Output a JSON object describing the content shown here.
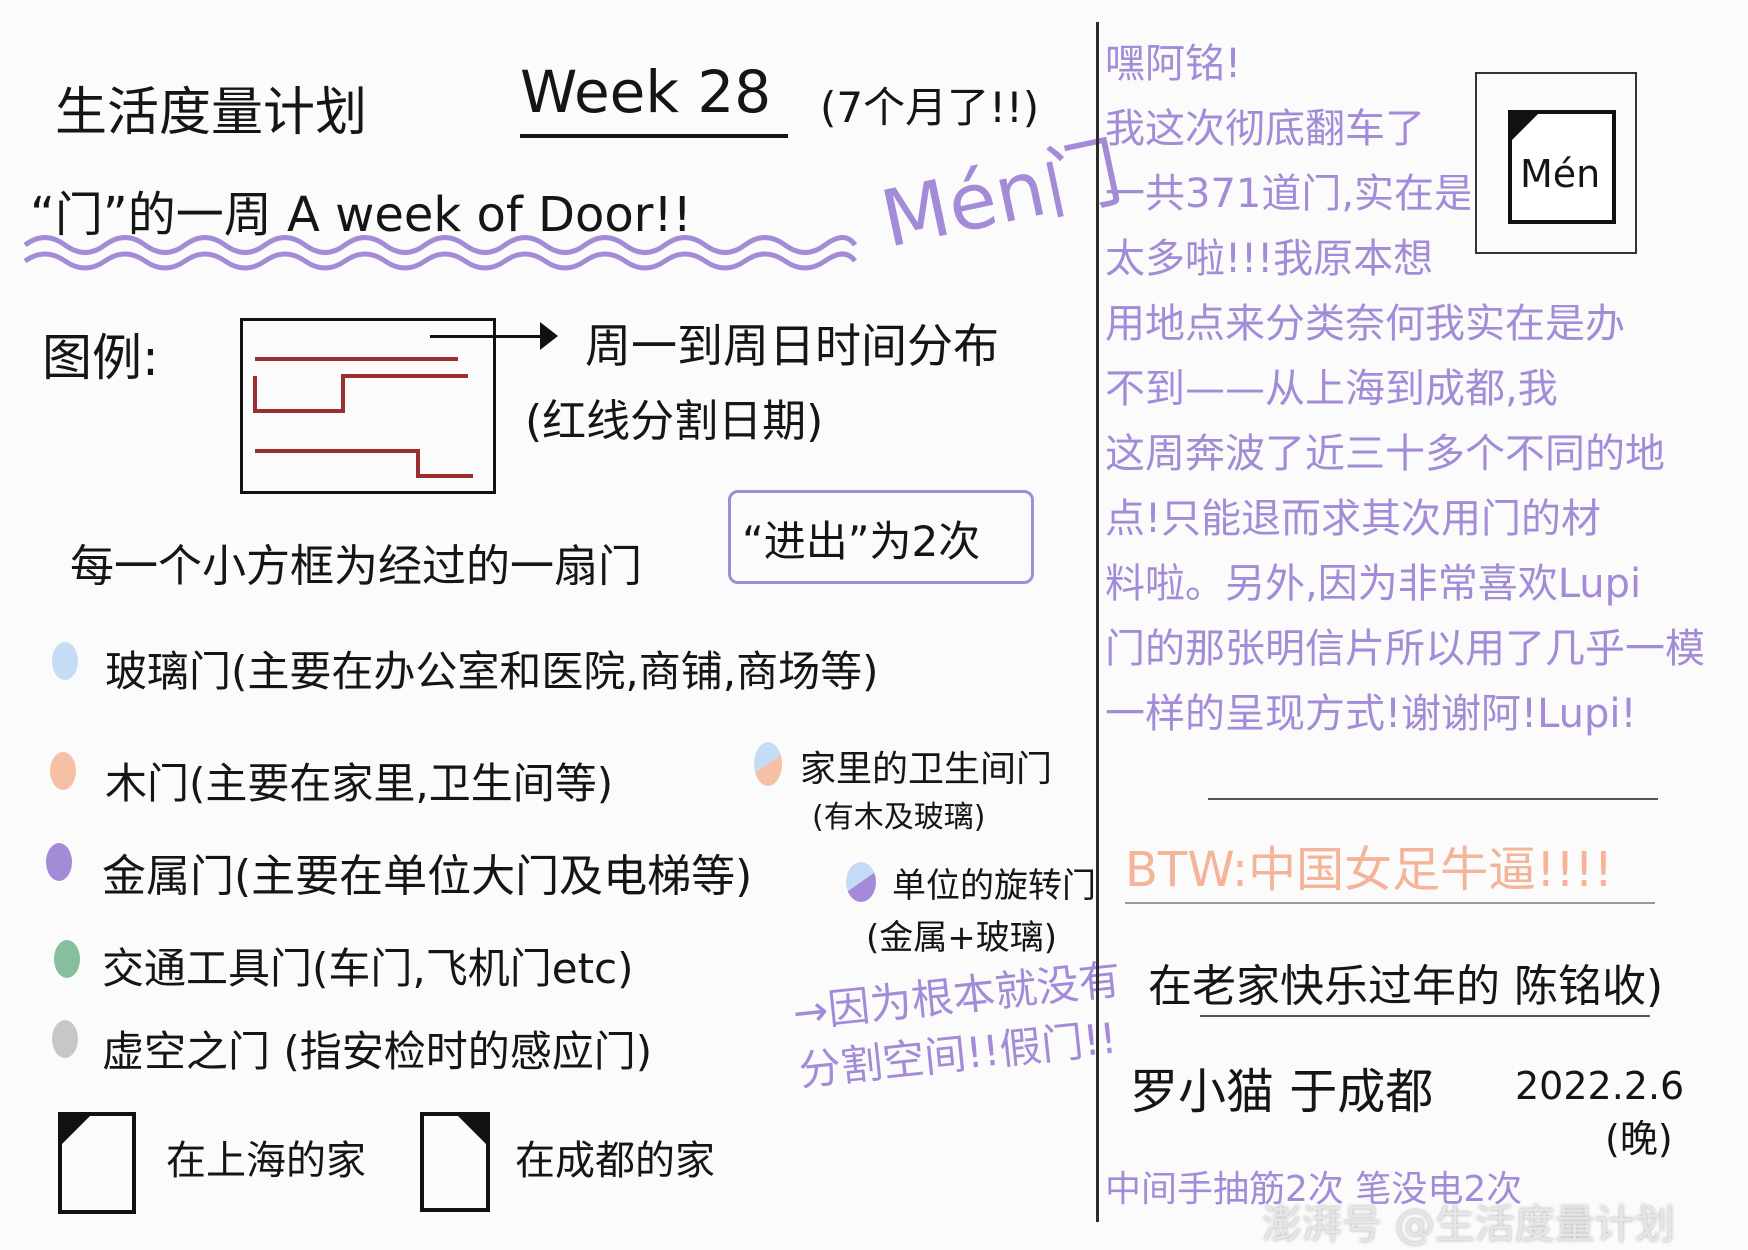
{
  "header": {
    "title": "生活度量计划",
    "week": "Week 28",
    "months": "(7个月了!!)",
    "subtitle": "“门”的一周 A week of Door!!",
    "men_big": "Mén门"
  },
  "legend": {
    "label": "图例:",
    "week_distribution": "周一到周日时间分布",
    "red_line_note": "(红线分割日期)",
    "box_description": "每一个小方框为经过的一扇门",
    "in_out_note": "“进出”为2次"
  },
  "door_types": {
    "glass": "玻璃门(主要在办公室和医院,商铺,商场等)",
    "wood": "木门(主要在家里,卫生间等)",
    "metal": "金属门(主要在单位大门及电梯等)",
    "transport": "交通工具门(车门,飞机门etc)",
    "void": "虚空之门 (指安检时的感应门)"
  },
  "special": {
    "bathroom_door": "家里的卫生间门",
    "bathroom_note": "(有木及玻璃)",
    "revolving_door": "单位的旋转门",
    "revolving_note": "(金属+玻璃)",
    "no_space_note": "→因为根本就没有分割空间!!假门!!"
  },
  "homes": {
    "shanghai": "在上海的家",
    "chengdu": "在成都的家"
  },
  "letter": {
    "lines": [
      "嘿阿铭!",
      "我这次彻底翻车了",
      "一共371道门,实在是",
      "太多啦!!!我原本想",
      "用地点来分类奈何我实在是办",
      "不到——从上海到成都,我",
      "这周奔波了近三十多个不同的地",
      "点!只能退而求其次用门的材",
      "料啦。另外,因为非常喜欢Lupi",
      "门的那张明信片所以用了几乎一模",
      "一样的呈现方式!谢谢阿!Lupi!"
    ]
  },
  "stamp": {
    "text": "Mén"
  },
  "btw": "BTW:中国女足牛逼!!!!",
  "recipient": "在老家快乐过年的 陈铭收)",
  "sender": "罗小猫 于成都",
  "date": "2022.2.6",
  "evening": "(晚)",
  "cramp_note": "中间手抽筋2次 笔没电2次",
  "watermark": "澎湃号 @生活度量计划",
  "colors": {
    "purple": "#a48bd8",
    "peach": "#f5b498",
    "glass": "#c4dcf6",
    "wood": "#f5c0a3",
    "metal": "#a48bd8",
    "transport": "#87bf9e",
    "void": "#c7c7c7",
    "red_line": "#9b2f2f"
  }
}
